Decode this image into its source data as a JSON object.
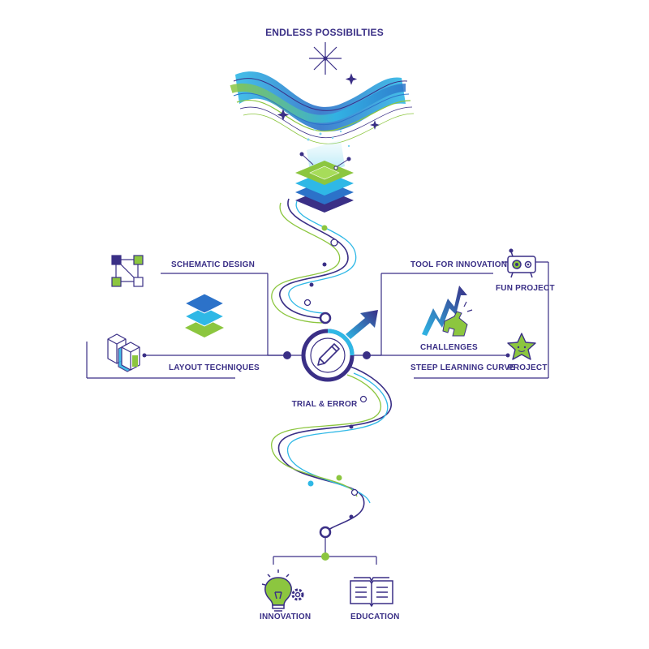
{
  "title": "ENDLESS POSSIBILTIES",
  "center_label": "TRIAL & ERROR",
  "left": {
    "schematic": "SCHEMATIC DESIGN",
    "layout": "LAYOUT TECHNIQUES"
  },
  "right": {
    "tool": "TOOL FOR INNOVATION",
    "fun": "FUN PROJECT",
    "challenges": "CHALLENGES",
    "steep": "STEEP LEARNING CURVE",
    "project": "PROJECT"
  },
  "bottom": {
    "innovation": "INNOVATION",
    "education": "EDUCATION"
  },
  "colors": {
    "navy": "#3a2f86",
    "blue": "#2c72c9",
    "cyan": "#2fb8e6",
    "green": "#8cc63f"
  },
  "icons": [
    "sparkle-icon",
    "layers-stack-icon",
    "flowchart-icon",
    "blocks-icon",
    "pencil-icon",
    "arrow-up-right-icon",
    "growth-arrow-icon",
    "puzzle-icon",
    "robot-icon",
    "star-icon",
    "lightbulb-gear-icon",
    "book-icon"
  ]
}
